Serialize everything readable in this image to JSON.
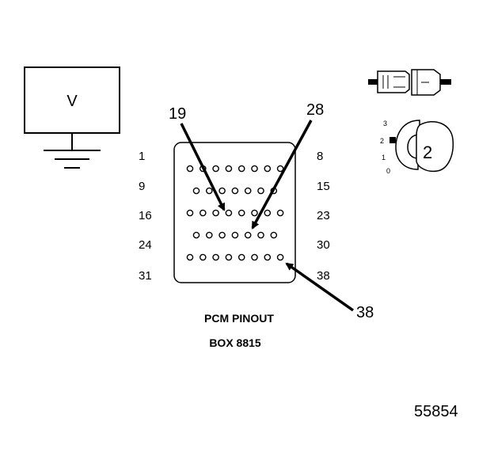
{
  "voltmeter": {
    "label": "V"
  },
  "pcm_box": {
    "row_start_labels": [
      "1",
      "9",
      "16",
      "24",
      "31"
    ],
    "row_end_labels": [
      "8",
      "15",
      "23",
      "30",
      "38"
    ],
    "pin_rows": [
      8,
      7,
      8,
      7,
      8
    ]
  },
  "callouts": [
    {
      "label": "19",
      "pin": 19
    },
    {
      "label": "28",
      "pin": 28
    },
    {
      "label": "38",
      "pin": 38
    }
  ],
  "caption": {
    "line1": "PCM PINOUT",
    "line2": "BOX 8815"
  },
  "selector": {
    "position_labels": [
      "3",
      "2",
      "1",
      "0"
    ],
    "selected_label": "2"
  },
  "figure_number": "55854"
}
